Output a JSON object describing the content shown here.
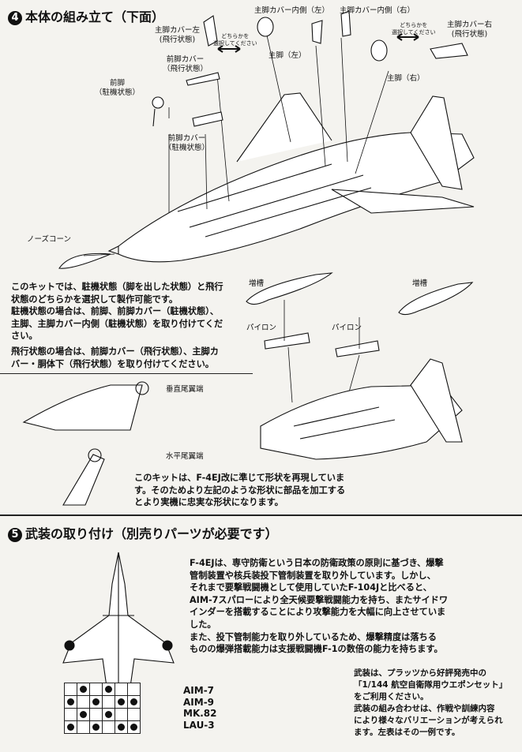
{
  "section4": {
    "number": "4",
    "title": "本体の組み立て（下面）",
    "labels": {
      "cover_left_flight": "主脚カバー左\n(飛行状態)",
      "either_left": "どちらかを\n選択してください",
      "inner_left": "主脚カバー内側（左）",
      "main_gear_left": "主脚（左）",
      "inner_right": "主脚カバー内側（右）",
      "either_right": "どちらかを\n選択してください",
      "cover_right_flight": "主脚カバー右\n(飛行状態)",
      "main_gear_right": "主脚（右）",
      "nose_cover_flight": "前脚カバー\n（飛行状態）",
      "nose_gear": "前脚\n（駐機状態）",
      "nose_cover_parked": "前脚カバー\n（駐機状態）",
      "nose_cone": "ノーズコーン",
      "drop_tank_1": "増槽",
      "drop_tank_2": "増槽",
      "pylon_1": "パイロン",
      "pylon_2": "パイロン",
      "vertical_tail_tip": "垂直尾翼端",
      "horizontal_tail_tip": "水平尾翼端"
    },
    "para1": [
      "このキットでは、駐機状態（脚を出した状態）と飛行",
      "状態のどちらかを選択して製作可能です。",
      "駐機状態の場合は、前脚、前脚カバー（駐機状態）、",
      "主脚、主脚カバー内側（駐機状態）を取り付けてくだ",
      "さい。"
    ],
    "para2": [
      "飛行状態の場合は、前脚カバー（飛行状態）、主脚カ",
      "バー・胴体下（飛行状態）を取り付けてください。"
    ],
    "para3": [
      "このキットは、F-4EJ改に準じて形状を再現していま",
      "す。そのためより左記のような形状に部品を加工する",
      "とより実機に忠実な形状になります。"
    ]
  },
  "section5": {
    "number": "5",
    "title": "武装の取り付け（別売りパーツが必要です）",
    "para": [
      "F-4EJは、専守防衛という日本の防衛政策の原則に基づき、爆撃",
      "管制装置や核兵装投下管制装置を取り外しています。しかし、",
      "それまで要撃戦闘機として使用していたF-104Jと比べると、",
      "AIM-7スパローにより全天候要撃戦闘能力を持ち、またサイドワ",
      "インダーを搭載することにより攻撃能力を大幅に向上させていま",
      "した。",
      "また、投下管制能力を取り外しているため、爆撃精度は落ちる",
      "ものの爆弾搭載能力は支援戦闘機F-1の数倍の能力を持ちます。"
    ],
    "weapons": [
      "AIM-7",
      "AIM-9",
      "MK.82",
      "LAU-3"
    ],
    "note": [
      "武装は、プラッツから好評発売中の",
      "「1/144 航空自衛隊用ウエポンセット」",
      "をご利用ください。",
      "武装の組み合わせは、作戦や訓練内容",
      "により様々なバリエーションが考えられ",
      "ます。左表はその一例です。"
    ],
    "loadout_table": [
      [
        false,
        true,
        false,
        true,
        false,
        false
      ],
      [
        true,
        false,
        true,
        false,
        true,
        true
      ],
      [
        false,
        true,
        false,
        true,
        false,
        false
      ],
      [
        true,
        false,
        true,
        false,
        true,
        true
      ]
    ]
  }
}
